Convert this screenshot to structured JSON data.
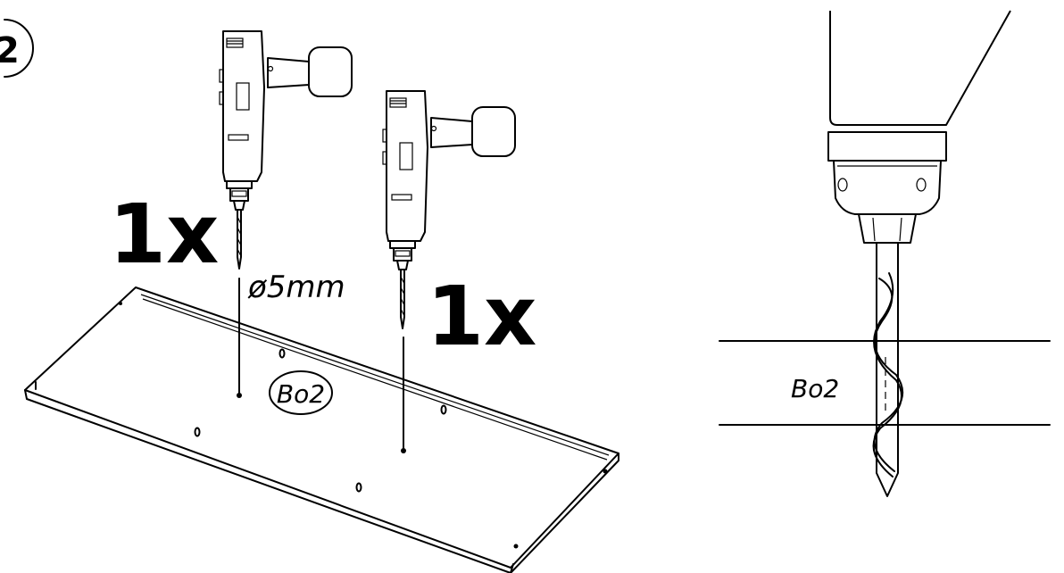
{
  "step_number": "2",
  "left_drill": {
    "quantity": "1x",
    "diameter": "ø5mm"
  },
  "right_drill": {
    "quantity": "1x"
  },
  "panel_label": "Bo2",
  "detail": {
    "panel_label": "Bo2"
  },
  "colors": {
    "ink": "#000000",
    "background": "#ffffff"
  }
}
